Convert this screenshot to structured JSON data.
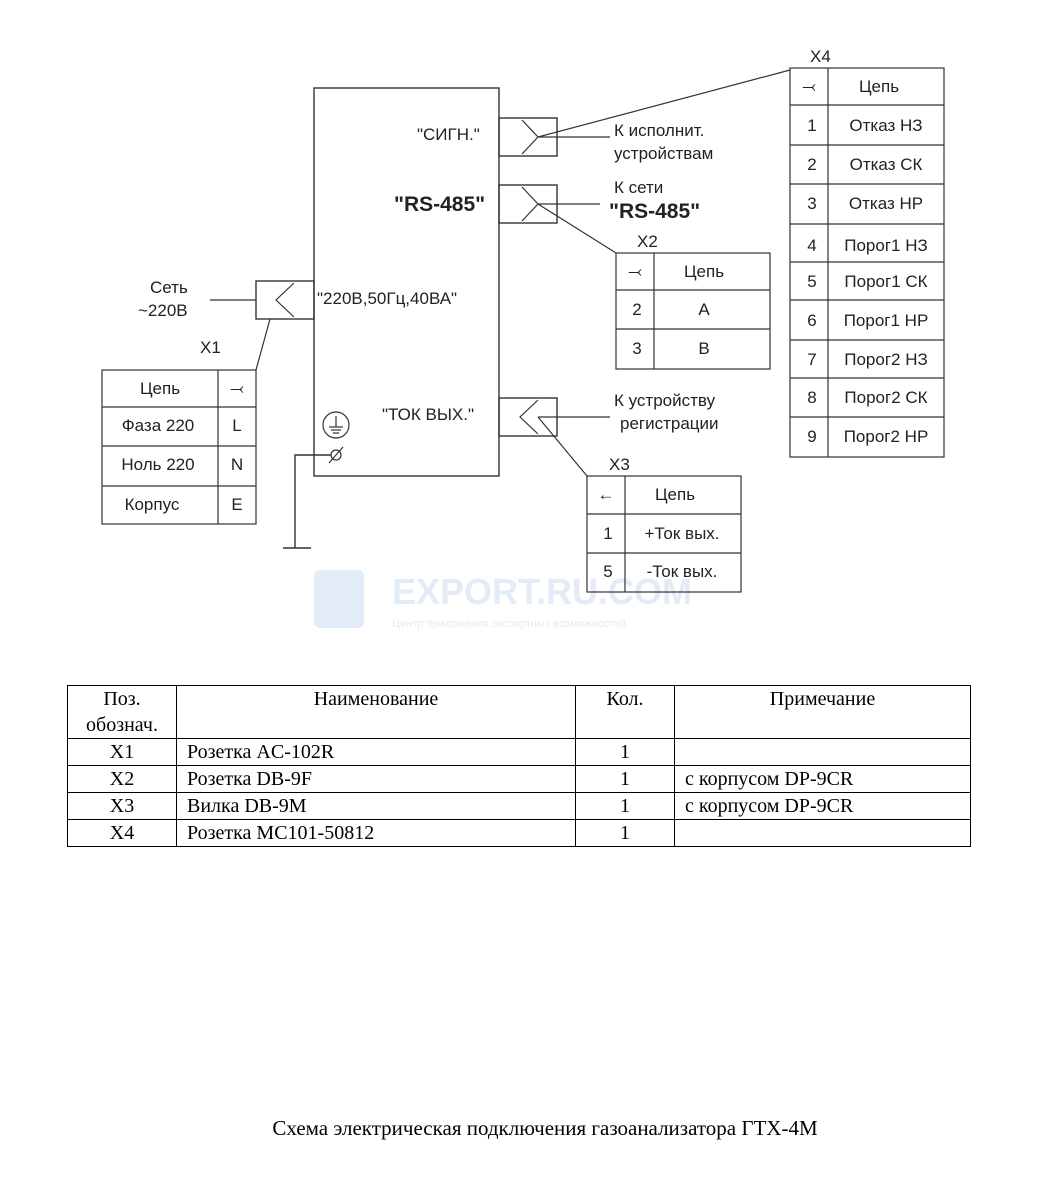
{
  "diagram": {
    "main_block": {
      "signal_port": "\"СИГН.\"",
      "rs485_port": "\"RS-485\"",
      "power_port": "\"220В,50Гц,40ВА\"",
      "current_port": "\"ТОК ВЫХ.\""
    },
    "mains": {
      "line1": "Сеть",
      "line2": "~220В"
    },
    "to_actuators": {
      "line1": "К исполнит.",
      "line2": "устройствам"
    },
    "to_network": {
      "line1": "К сети",
      "line2": "\"RS-485\""
    },
    "to_recorder": {
      "line1": "К устройству",
      "line2": "регистрации"
    },
    "x1": {
      "label": "X1",
      "header": {
        "circuit": "Цепь",
        "contact": "⤙"
      },
      "rows": [
        {
          "circuit": "Фаза 220",
          "contact": "L"
        },
        {
          "circuit": "Ноль 220",
          "contact": "N"
        },
        {
          "circuit": "Корпус",
          "contact": "E"
        }
      ]
    },
    "x2": {
      "label": "X2",
      "header": {
        "contact": "⤙",
        "circuit": "Цепь"
      },
      "rows": [
        {
          "contact": "2",
          "circuit": "A"
        },
        {
          "contact": "3",
          "circuit": "B"
        }
      ]
    },
    "x3": {
      "label": "X3",
      "header": {
        "contact": "←",
        "circuit": "Цепь"
      },
      "rows": [
        {
          "contact": "1",
          "circuit": "+Ток вых."
        },
        {
          "contact": "5",
          "circuit": "-Ток вых."
        }
      ]
    },
    "x4": {
      "label": "X4",
      "header": {
        "contact": "⤙",
        "circuit": "Цепь"
      },
      "rows": [
        {
          "contact": "1",
          "circuit": "Отказ НЗ"
        },
        {
          "contact": "2",
          "circuit": "Отказ СК"
        },
        {
          "contact": "3",
          "circuit": "Отказ НР"
        },
        {
          "contact": "4",
          "circuit": "Порог1 НЗ"
        },
        {
          "contact": "5",
          "circuit": "Порог1 СК"
        },
        {
          "contact": "6",
          "circuit": "Порог1 НР"
        },
        {
          "contact": "7",
          "circuit": "Порог2 НЗ"
        },
        {
          "contact": "8",
          "circuit": "Порог2 СК"
        },
        {
          "contact": "9",
          "circuit": "Порог2 НР"
        }
      ]
    },
    "watermark": {
      "title": "EXPORT.RU.COM",
      "subtitle": "Центр приложения экспортных возможностей"
    }
  },
  "parts_table": {
    "headers": {
      "pos_line1": "Поз.",
      "pos_line2": "обознач.",
      "name": "Наименование",
      "qty": "Кол.",
      "note": "Примечание"
    },
    "rows": [
      {
        "pos": "X1",
        "name": "Розетка AC-102R",
        "qty": "1",
        "note": ""
      },
      {
        "pos": "X2",
        "name": "Розетка DB-9F",
        "qty": "1",
        "note": "с корпусом  DP-9CR"
      },
      {
        "pos": "X3",
        "name": "Вилка DB-9M",
        "qty": "1",
        "note": "с корпусом  DP-9CR"
      },
      {
        "pos": "X4",
        "name": "Розетка MC101-50812",
        "qty": "1",
        "note": ""
      }
    ]
  },
  "caption": "Схема электрическая подключения газоанализатора ГТХ-4М"
}
